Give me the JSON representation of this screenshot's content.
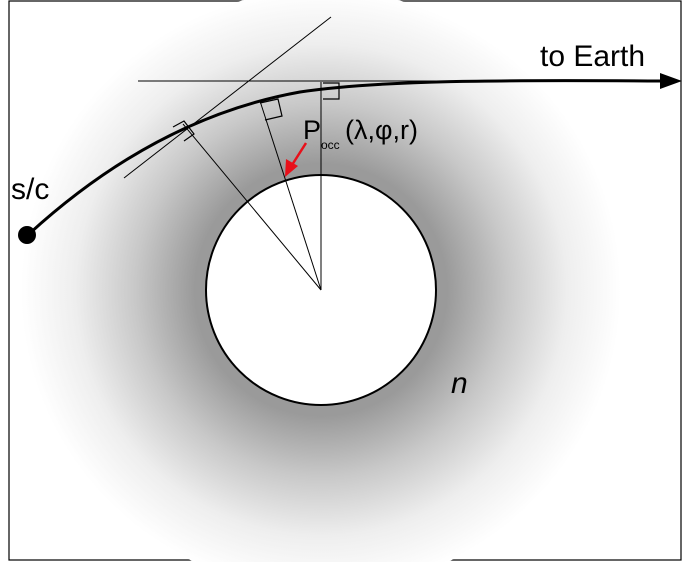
{
  "labels": {
    "spacecraft": "s/c",
    "destination": "to Earth",
    "occultation_point_main": "P",
    "occultation_point_subscript": "occ",
    "occultation_point_args": "(λ,φ,r)",
    "medium_symbol": "n"
  },
  "colors": {
    "background": "#ffffff",
    "atmosphere_inner": "#9a9a9a",
    "atmosphere_outer": "#ffffff",
    "planet_fill": "#ffffff",
    "line": "#000000",
    "pointer_arrow": "#e8101a"
  }
}
